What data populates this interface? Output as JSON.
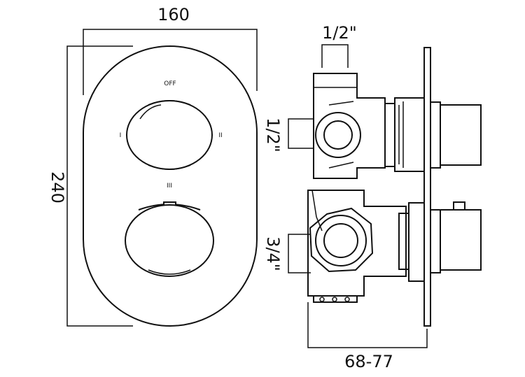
{
  "front_view": {
    "width_dim": "160",
    "height_dim": "240",
    "labels": {
      "off": "OFF",
      "pos_1": "I",
      "pos_2": "II",
      "pos_3": "III"
    }
  },
  "side_view": {
    "top_inlet": "1/2\"",
    "left_inlet": "1/2\"",
    "bottom_inlet": "3/4\"",
    "depth_dim": "68-77"
  }
}
